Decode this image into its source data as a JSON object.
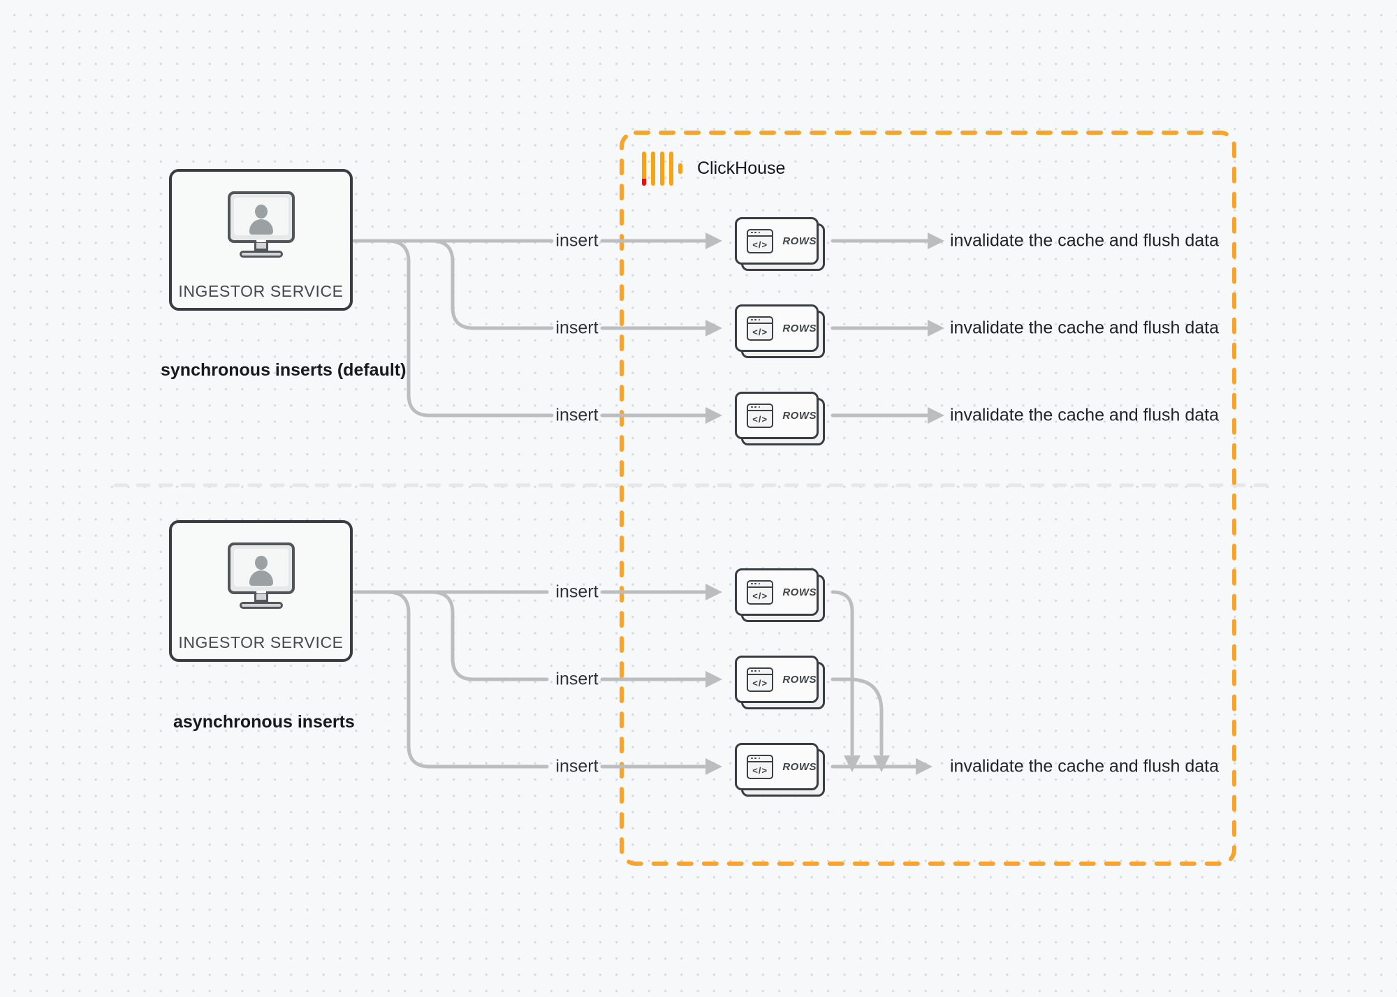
{
  "colors": {
    "accent_orange": "#f8a42a",
    "logo_bar_orange": "#f7a312",
    "logo_red": "#ef0d0d",
    "line_gray": "#bbbdbe",
    "divider_gray": "#e6e7e8",
    "node_border_dark": "#383d42",
    "text_dark": "#1f2226"
  },
  "icons": {
    "code_glyph": "</>",
    "clickhouse_logo": "vertical-bars-with-red-foot",
    "ingestor_icon": "monitor-with-user"
  },
  "clickhouse": {
    "label": "ClickHouse"
  },
  "sync": {
    "source_label": "INGESTOR SERVICE",
    "caption": "synchronous inserts (default)",
    "rows": [
      {
        "insert_label": "insert",
        "node_label": "ROWS",
        "result_label": "invalidate the cache and flush data"
      },
      {
        "insert_label": "insert",
        "node_label": "ROWS",
        "result_label": "invalidate the cache and flush data"
      },
      {
        "insert_label": "insert",
        "node_label": "ROWS",
        "result_label": "invalidate the cache and flush data"
      }
    ]
  },
  "async": {
    "source_label": "INGESTOR SERVICE",
    "caption": "asynchronous inserts",
    "rows": [
      {
        "insert_label": "insert",
        "node_label": "ROWS"
      },
      {
        "insert_label": "insert",
        "node_label": "ROWS"
      },
      {
        "insert_label": "insert",
        "node_label": "ROWS"
      }
    ],
    "result_label": "invalidate the cache and flush data"
  }
}
